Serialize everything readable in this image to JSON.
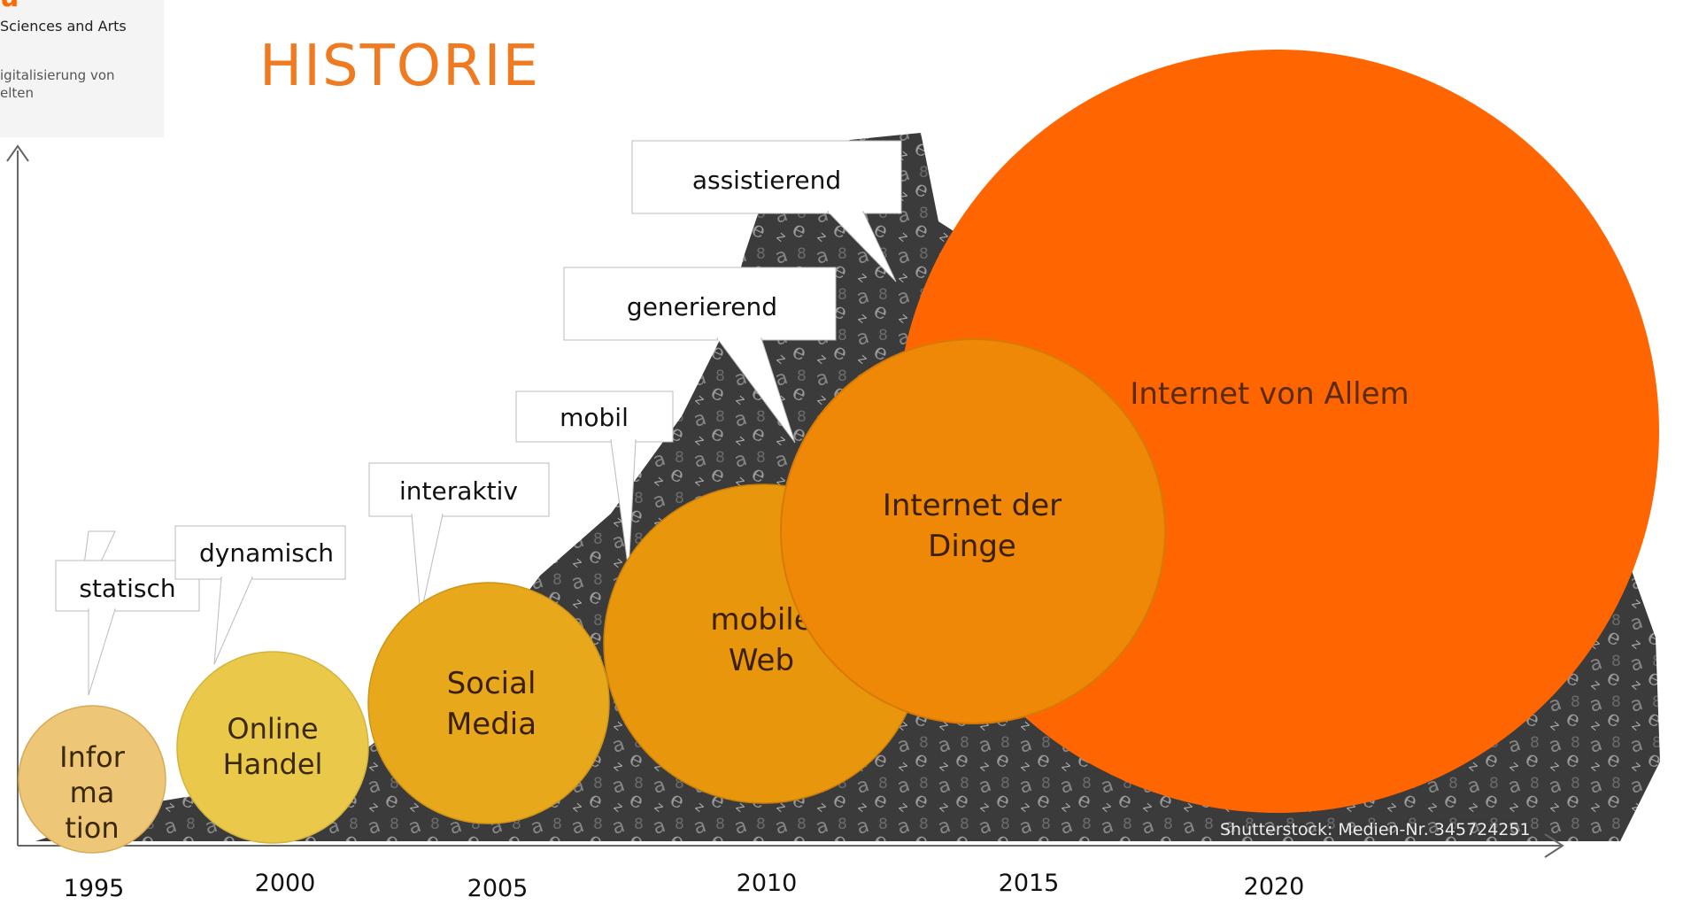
{
  "header": {
    "logo_text": "u",
    "school": "Sciences and Arts",
    "dept_line1": "igitalisierung von",
    "dept_line2": "elten"
  },
  "title": "HISTORIE",
  "colors": {
    "title": "#f07a1f",
    "bubble_1995": "#edc677",
    "bubble_2000": "#e9c84a",
    "bubble_2005": "#e8a81c",
    "bubble_2010": "#e8960c",
    "bubble_2015": "#ee8806",
    "bubble_2020": "#ff6500"
  },
  "bubbles": [
    {
      "year": "1995",
      "lines": [
        "Infor",
        "ma",
        "tion"
      ],
      "stage": "statisch"
    },
    {
      "year": "2000",
      "lines": [
        "Online",
        "Handel"
      ],
      "stage": "dynamisch"
    },
    {
      "year": "2005",
      "lines": [
        "Social",
        "Media"
      ],
      "stage": "interaktiv"
    },
    {
      "year": "2010",
      "lines": [
        "mobile",
        "Web"
      ],
      "stage": "mobil"
    },
    {
      "year": "2015",
      "lines": [
        "Internet der",
        "Dinge"
      ],
      "stage": "generierend"
    },
    {
      "year": "2020",
      "lines": [
        "Internet von Allem"
      ],
      "stage": "assistierend"
    }
  ],
  "years": [
    "1995",
    "2000",
    "2005",
    "2010",
    "2015",
    "2020"
  ],
  "image_credit": "Shutterstock: Medien-Nr. 345724251"
}
